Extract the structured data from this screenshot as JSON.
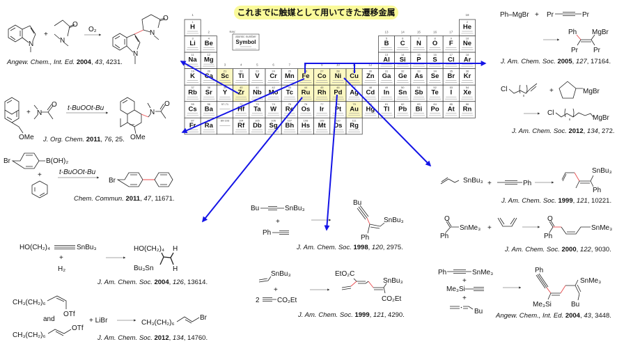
{
  "title": "これまでに触媒として用いてきた遷移金属",
  "colors": {
    "highlight": "#fcf8c2",
    "title_bg": "#fafa9a",
    "arrow": "#1414e6",
    "new_bond": "#e8474a"
  },
  "periodic_table": {
    "group_labels": [
      "1",
      "2",
      "3",
      "4",
      "5",
      "6",
      "7",
      "8",
      "9",
      "10",
      "11",
      "12",
      "13",
      "14",
      "15",
      "16",
      "17",
      "18"
    ],
    "key": {
      "label": "Key:",
      "atomic_number": "atomic number",
      "symbol": "Symbol"
    },
    "lanthanides_label": "57-71",
    "actinides_label": "89-103",
    "highlighted": [
      "Sc",
      "Zr",
      "Fe",
      "Co",
      "Ni",
      "Cu",
      "Ru",
      "Rh",
      "Pd",
      "Au"
    ],
    "elements": [
      [
        1,
        "H",
        1,
        1
      ],
      [
        2,
        "He",
        1,
        18
      ],
      [
        3,
        "Li",
        2,
        1
      ],
      [
        4,
        "Be",
        2,
        2
      ],
      [
        5,
        "B",
        2,
        13
      ],
      [
        6,
        "C",
        2,
        14
      ],
      [
        7,
        "N",
        2,
        15
      ],
      [
        8,
        "O",
        2,
        16
      ],
      [
        9,
        "F",
        2,
        17
      ],
      [
        10,
        "Ne",
        2,
        18
      ],
      [
        11,
        "Na",
        3,
        1
      ],
      [
        12,
        "Mg",
        3,
        2
      ],
      [
        13,
        "Al",
        3,
        13
      ],
      [
        14,
        "Si",
        3,
        14
      ],
      [
        15,
        "P",
        3,
        15
      ],
      [
        16,
        "S",
        3,
        16
      ],
      [
        17,
        "Cl",
        3,
        17
      ],
      [
        18,
        "Ar",
        3,
        18
      ],
      [
        19,
        "K",
        4,
        1
      ],
      [
        20,
        "Ca",
        4,
        2
      ],
      [
        21,
        "Sc",
        4,
        3
      ],
      [
        22,
        "Ti",
        4,
        4
      ],
      [
        23,
        "V",
        4,
        5
      ],
      [
        24,
        "Cr",
        4,
        6
      ],
      [
        25,
        "Mn",
        4,
        7
      ],
      [
        26,
        "Fe",
        4,
        8
      ],
      [
        27,
        "Co",
        4,
        9
      ],
      [
        28,
        "Ni",
        4,
        10
      ],
      [
        29,
        "Cu",
        4,
        11
      ],
      [
        30,
        "Zn",
        4,
        12
      ],
      [
        31,
        "Ga",
        4,
        13
      ],
      [
        32,
        "Ge",
        4,
        14
      ],
      [
        33,
        "As",
        4,
        15
      ],
      [
        34,
        "Se",
        4,
        16
      ],
      [
        35,
        "Br",
        4,
        17
      ],
      [
        36,
        "Kr",
        4,
        18
      ],
      [
        37,
        "Rb",
        5,
        1
      ],
      [
        38,
        "Sr",
        5,
        2
      ],
      [
        39,
        "Y",
        5,
        3
      ],
      [
        40,
        "Zr",
        5,
        4
      ],
      [
        41,
        "Nb",
        5,
        5
      ],
      [
        42,
        "Mo",
        5,
        6
      ],
      [
        43,
        "Tc",
        5,
        7
      ],
      [
        44,
        "Ru",
        5,
        8
      ],
      [
        45,
        "Rh",
        5,
        9
      ],
      [
        46,
        "Pd",
        5,
        10
      ],
      [
        47,
        "Ag",
        5,
        11
      ],
      [
        48,
        "Cd",
        5,
        12
      ],
      [
        49,
        "In",
        5,
        13
      ],
      [
        50,
        "Sn",
        5,
        14
      ],
      [
        51,
        "Sb",
        5,
        15
      ],
      [
        52,
        "Te",
        5,
        16
      ],
      [
        53,
        "I",
        5,
        17
      ],
      [
        54,
        "Xe",
        5,
        18
      ],
      [
        55,
        "Cs",
        6,
        1
      ],
      [
        56,
        "Ba",
        6,
        2
      ],
      [
        72,
        "Hf",
        6,
        4
      ],
      [
        73,
        "Ta",
        6,
        5
      ],
      [
        74,
        "W",
        6,
        6
      ],
      [
        75,
        "Re",
        6,
        7
      ],
      [
        76,
        "Os",
        6,
        8
      ],
      [
        77,
        "Ir",
        6,
        9
      ],
      [
        78,
        "Pt",
        6,
        10
      ],
      [
        79,
        "Au",
        6,
        11
      ],
      [
        80,
        "Hg",
        6,
        12
      ],
      [
        81,
        "Tl",
        6,
        13
      ],
      [
        82,
        "Pb",
        6,
        14
      ],
      [
        83,
        "Bi",
        6,
        15
      ],
      [
        84,
        "Po",
        6,
        16
      ],
      [
        85,
        "At",
        6,
        17
      ],
      [
        86,
        "Rn",
        6,
        18
      ],
      [
        87,
        "Fr",
        7,
        1
      ],
      [
        88,
        "Ra",
        7,
        2
      ],
      [
        104,
        "Rf",
        7,
        4
      ],
      [
        105,
        "Db",
        7,
        5
      ],
      [
        106,
        "Sg",
        7,
        6
      ],
      [
        107,
        "Bh",
        7,
        7
      ],
      [
        108,
        "Hs",
        7,
        8
      ],
      [
        109,
        "Mt",
        7,
        9
      ],
      [
        110,
        "Ds",
        7,
        10
      ],
      [
        111,
        "Rg",
        7,
        11
      ]
    ]
  },
  "reactions": {
    "r1": {
      "o2": "O₂",
      "n1": "N",
      "n2": "N",
      "o": "O",
      "n3": "N",
      "n4": "N",
      "o2b": "O",
      "plus": "+",
      "cite": {
        "journal": "Angew. Chem., Int. Ed.",
        "year": "2004",
        "volume": "43",
        "pages": "4231."
      }
    },
    "r2": {
      "reagent": "t-BuOOt-Bu",
      "ome": "OMe",
      "ome2": "OMe",
      "n": "N",
      "o": "O",
      "n2": "N",
      "o2": "O",
      "plus": "+",
      "cite": {
        "journal": "J. Org. Chem.",
        "year": "2011",
        "volume": "76",
        "pages": "25."
      }
    },
    "r3": {
      "br": "Br",
      "boh": "B(OH)₂",
      "plus": "+",
      "reagent": "t-BuOOt-Bu",
      "br2": "Br",
      "cite": {
        "journal": "Chem. Commun.",
        "year": "2011",
        "volume": "47",
        "pages": "11671."
      }
    },
    "r4": {
      "a": "HO(CH₂)₄",
      "b": "SnBu₃",
      "plus": "+",
      "h2": "H₂",
      "p1": "HO(CH₂)₄",
      "p2": "H",
      "p3": "Bu₃Sn",
      "p4": "H",
      "cite": {
        "journal": "J. Am. Chem. Soc.",
        "year": "2004",
        "volume": "126",
        "pages": "13614."
      }
    },
    "r5": {
      "a": "CH₃(CH₂)₆",
      "otf1": "OTf",
      "and": "and",
      "b": "CH₃(CH₂)₆",
      "otf2": "OTf",
      "libr": "+  LiBr",
      "p": "CH₃(CH₂)₆",
      "br": "Br",
      "cite": {
        "journal": "J. Am. Chem. Soc.",
        "year": "2012",
        "volume": "134",
        "pages": "14760."
      }
    },
    "r6": {
      "bu": "Bu",
      "sn": "SnBu₃",
      "plus": "+",
      "ph": "Ph",
      "pbu": "Bu",
      "psn": "SnBu₃",
      "pph": "Ph",
      "cite": {
        "journal": "J. Am. Chem. Soc.",
        "year": "1998",
        "volume": "120",
        "pages": "2975."
      }
    },
    "r7": {
      "sn": "SnBu₃",
      "plus": "+",
      "two": "2",
      "co2et": "CO₂Et",
      "eto2c": "EtO₂C",
      "psn": "SnBu₃",
      "pco2et": "CO₂Et",
      "cite": {
        "journal": "J. Am. Chem. Soc.",
        "year": "1999",
        "volume": "121",
        "pages": "4290."
      }
    },
    "r8": {
      "phmgbr": "Ph–MgBr",
      "plus": "+",
      "pr1": "Pr",
      "pr2": "Pr",
      "pph": "Ph",
      "pmg": "MgBr",
      "ppr1": "Pr",
      "ppr2": "Pr",
      "cite": {
        "journal": "J. Am. Chem. Soc.",
        "year": "2005",
        "volume": "127",
        "pages": "17164."
      }
    },
    "r9": {
      "cl": "Cl",
      "n8": "8",
      "plus": "+",
      "mgbr": "MgBr",
      "pcl": "Cl",
      "pn8": "8",
      "pmg": "MgBr",
      "cite": {
        "journal": "J. Am. Chem. Soc.",
        "year": "2012",
        "volume": "134",
        "pages": "272."
      }
    },
    "r10": {
      "sn": "SnBu₃",
      "plus": "+",
      "ph": "Ph",
      "psn": "SnBu₃",
      "pph": "Ph",
      "cite": {
        "journal": "J. Am. Chem. Soc.",
        "year": "1999",
        "volume": "121",
        "pages": "10221."
      }
    },
    "r11": {
      "o": "O",
      "sn": "SnMe₃",
      "ph": "Ph",
      "plus": "+",
      "po": "O",
      "pph": "Ph",
      "psn": "SnMe₃",
      "cite": {
        "journal": "J. Am. Chem. Soc.",
        "year": "2000",
        "volume": "122",
        "pages": "9030."
      }
    },
    "r12": {
      "ph": "Ph",
      "sn": "SnMe₃",
      "plus1": "+",
      "si": "Me₃Si",
      "plus2": "+",
      "bu": "Bu",
      "pph": "Ph",
      "psn": "SnMe₃",
      "psi": "Me₃Si",
      "pbu": "Bu",
      "cite": {
        "journal": "Angew. Chem., Int. Ed.",
        "year": "2004",
        "volume": "43",
        "pages": "3448."
      }
    }
  }
}
